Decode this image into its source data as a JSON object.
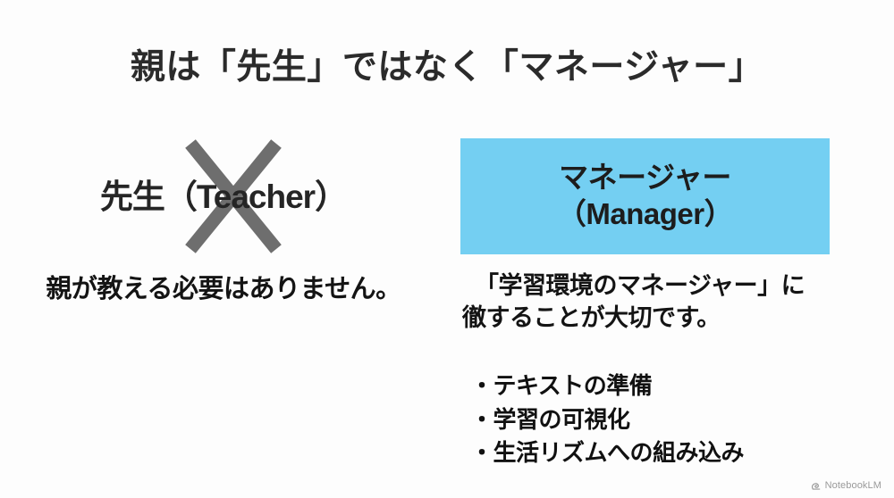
{
  "slide": {
    "title": "親は「先生」ではなく「マネージャー」",
    "background_color": "#fdfdfd"
  },
  "left": {
    "label": "先生（Teacher）",
    "cross_mark_name": "x-cross-mark",
    "cross_mark_color": "#6e6e6e",
    "caption": "親が教える必要はありません。"
  },
  "right": {
    "box": {
      "background_color": "#74cff2",
      "line1": "マネージャー",
      "line2": "（Manager）"
    },
    "body_line1": "「学習環境のマネージャー」に",
    "body_line2": "徹することが大切です。",
    "bullets": [
      "・テキストの準備",
      "・学習の可視化",
      "・生活リズムへの組み込み"
    ]
  },
  "watermark": {
    "label": "NotebookLM",
    "icon": "notebooklm-icon"
  }
}
